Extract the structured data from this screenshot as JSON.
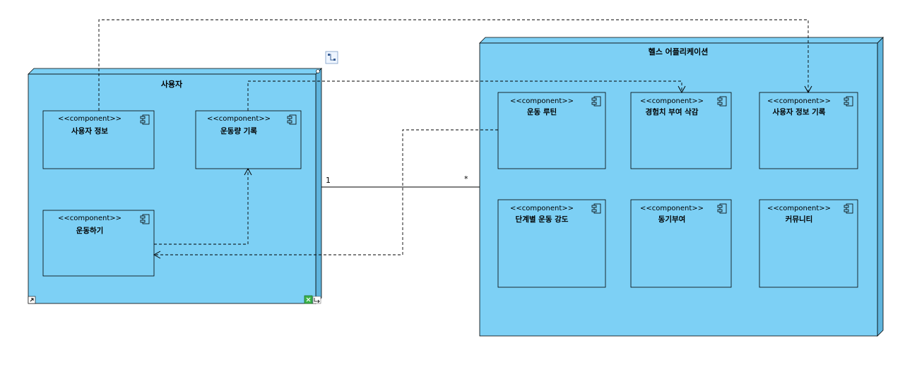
{
  "colors": {
    "node_fill": "#7dd0f5",
    "node_side": "#5fb4dd",
    "line": "#000000",
    "component_fill": "#7dd0f5"
  },
  "nodes": {
    "user": {
      "title": "사용자",
      "components": {
        "user_info": {
          "stereotype": "<<component>>",
          "name": "사용자 정보"
        },
        "exercise_log": {
          "stereotype": "<<component>>",
          "name": "운동량 기록"
        },
        "do_exercise": {
          "stereotype": "<<component>>",
          "name": "운동하기"
        }
      }
    },
    "health_app": {
      "title": "헬스 어플리케이션",
      "components": {
        "routine": {
          "stereotype": "<<component>>",
          "name": "운동 루틴"
        },
        "exp_calc": {
          "stereotype": "<<component>>",
          "name": "경험치 부여 삭감"
        },
        "user_info_log": {
          "stereotype": "<<component>>",
          "name": "사용자 정보 기록"
        },
        "intensity": {
          "stereotype": "<<component>>",
          "name": "단계별 운동 강도"
        },
        "motivation": {
          "stereotype": "<<component>>",
          "name": "동기부여"
        },
        "community": {
          "stereotype": "<<component>>",
          "name": "커뮤니티"
        }
      }
    }
  },
  "association": {
    "user_multiplicity": "1",
    "app_multiplicity": "*"
  },
  "icons": {
    "component": "component-icon",
    "toolbar": "connector-tool-icon",
    "resize": "resize-handle-icon",
    "corner": "shortcut-arrow-icon",
    "status": "status-icon"
  }
}
